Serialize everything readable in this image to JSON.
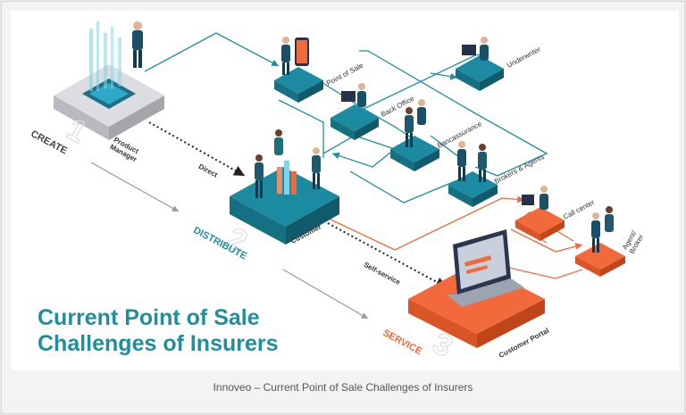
{
  "diagram": {
    "title_line1": "Current Point of Sale",
    "title_line2": "Challenges of Insurers",
    "stages": {
      "create": "CREATE",
      "distribute": "DISTRIBUTE",
      "service": "SERVICE"
    },
    "nodes": {
      "product_manager": "Product Manager",
      "point_of_sale": "Point of Sale",
      "back_office": "Back Office",
      "underwriter": "Underwriter",
      "bancassurance": "Bancassurance",
      "brokers_agents": "Brokers & Agents",
      "customer": "Customer",
      "call_center": "Call center",
      "agent_broker": "Agent/ Broker",
      "customer_portal": "Customer Portal"
    },
    "edges": {
      "direct": "Direct",
      "self_service": "Self-service"
    },
    "colors": {
      "teal": "#1f8ea0",
      "orange": "#f26a3c",
      "gray": "#c8c9cc"
    }
  },
  "caption": "Innoveo – Current Point of Sale Challenges of Insurers"
}
